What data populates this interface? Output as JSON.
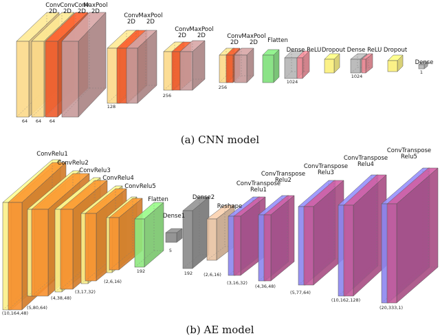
{
  "cnn": {
    "caption": "(a) CNN model",
    "layer_labels": [
      "Conv\n2D",
      "Conv\n2D",
      "Conv\n2D",
      "MaxPool\n2D",
      "Conv\n2D",
      "MaxPool\n2D",
      "Conv\n2D",
      "MaxPool\n2D",
      "Conv\n2D",
      "MaxPool\n2D",
      "Flatten",
      "Dense ReLU",
      "Dropout",
      "Dense ReLU",
      "Dropout",
      "Dense"
    ],
    "dims": [
      "64",
      "64",
      "64",
      "128",
      "256",
      "256",
      "1024",
      "1024",
      "1"
    ]
  },
  "ae": {
    "caption": "(b) AE model",
    "layer_labels": [
      "ConvRelu1",
      "ConvRelu2",
      "ConvRelu3",
      "ConvRelu4",
      "ConvRelu5",
      "Flatten",
      "Dense1",
      "Dense2",
      "Reshape",
      "ConvTranspose\nRelu1",
      "ConvTranspose\nRelu2",
      "ConvTranspose\nRelu3",
      "ConvTranspose\nRelu4",
      "ConvTranspose\nRelu5"
    ],
    "dims": [
      "(10,164,48)",
      "(5,80,64)",
      "(4,38,48)",
      "(3,17,32)",
      "(2,6,16)",
      "192",
      "5",
      "192",
      "(2,6,16)",
      "(3,16,32)",
      "(4,36,48)",
      "(5,77,64)",
      "(10,162,128)",
      "(20,333,1)"
    ]
  },
  "colors": {
    "conv": "#fcd98a",
    "conv_relu": "#f05a2a",
    "maxpool": "#c89a9a",
    "flatten": "#7ee07a",
    "dense": "#b5b5b5",
    "dense_relu": "#f08a96",
    "dropout": "#fbf07a",
    "ae_yellow": "#fbf08a",
    "ae_orange": "#f8902e",
    "ae_green": "#8ee87e",
    "ae_grey": "#8a8a8a",
    "ae_tan": "#e8c2a2",
    "ae_blue": "#8c86f0",
    "ae_magenta": "#c45a9a"
  }
}
